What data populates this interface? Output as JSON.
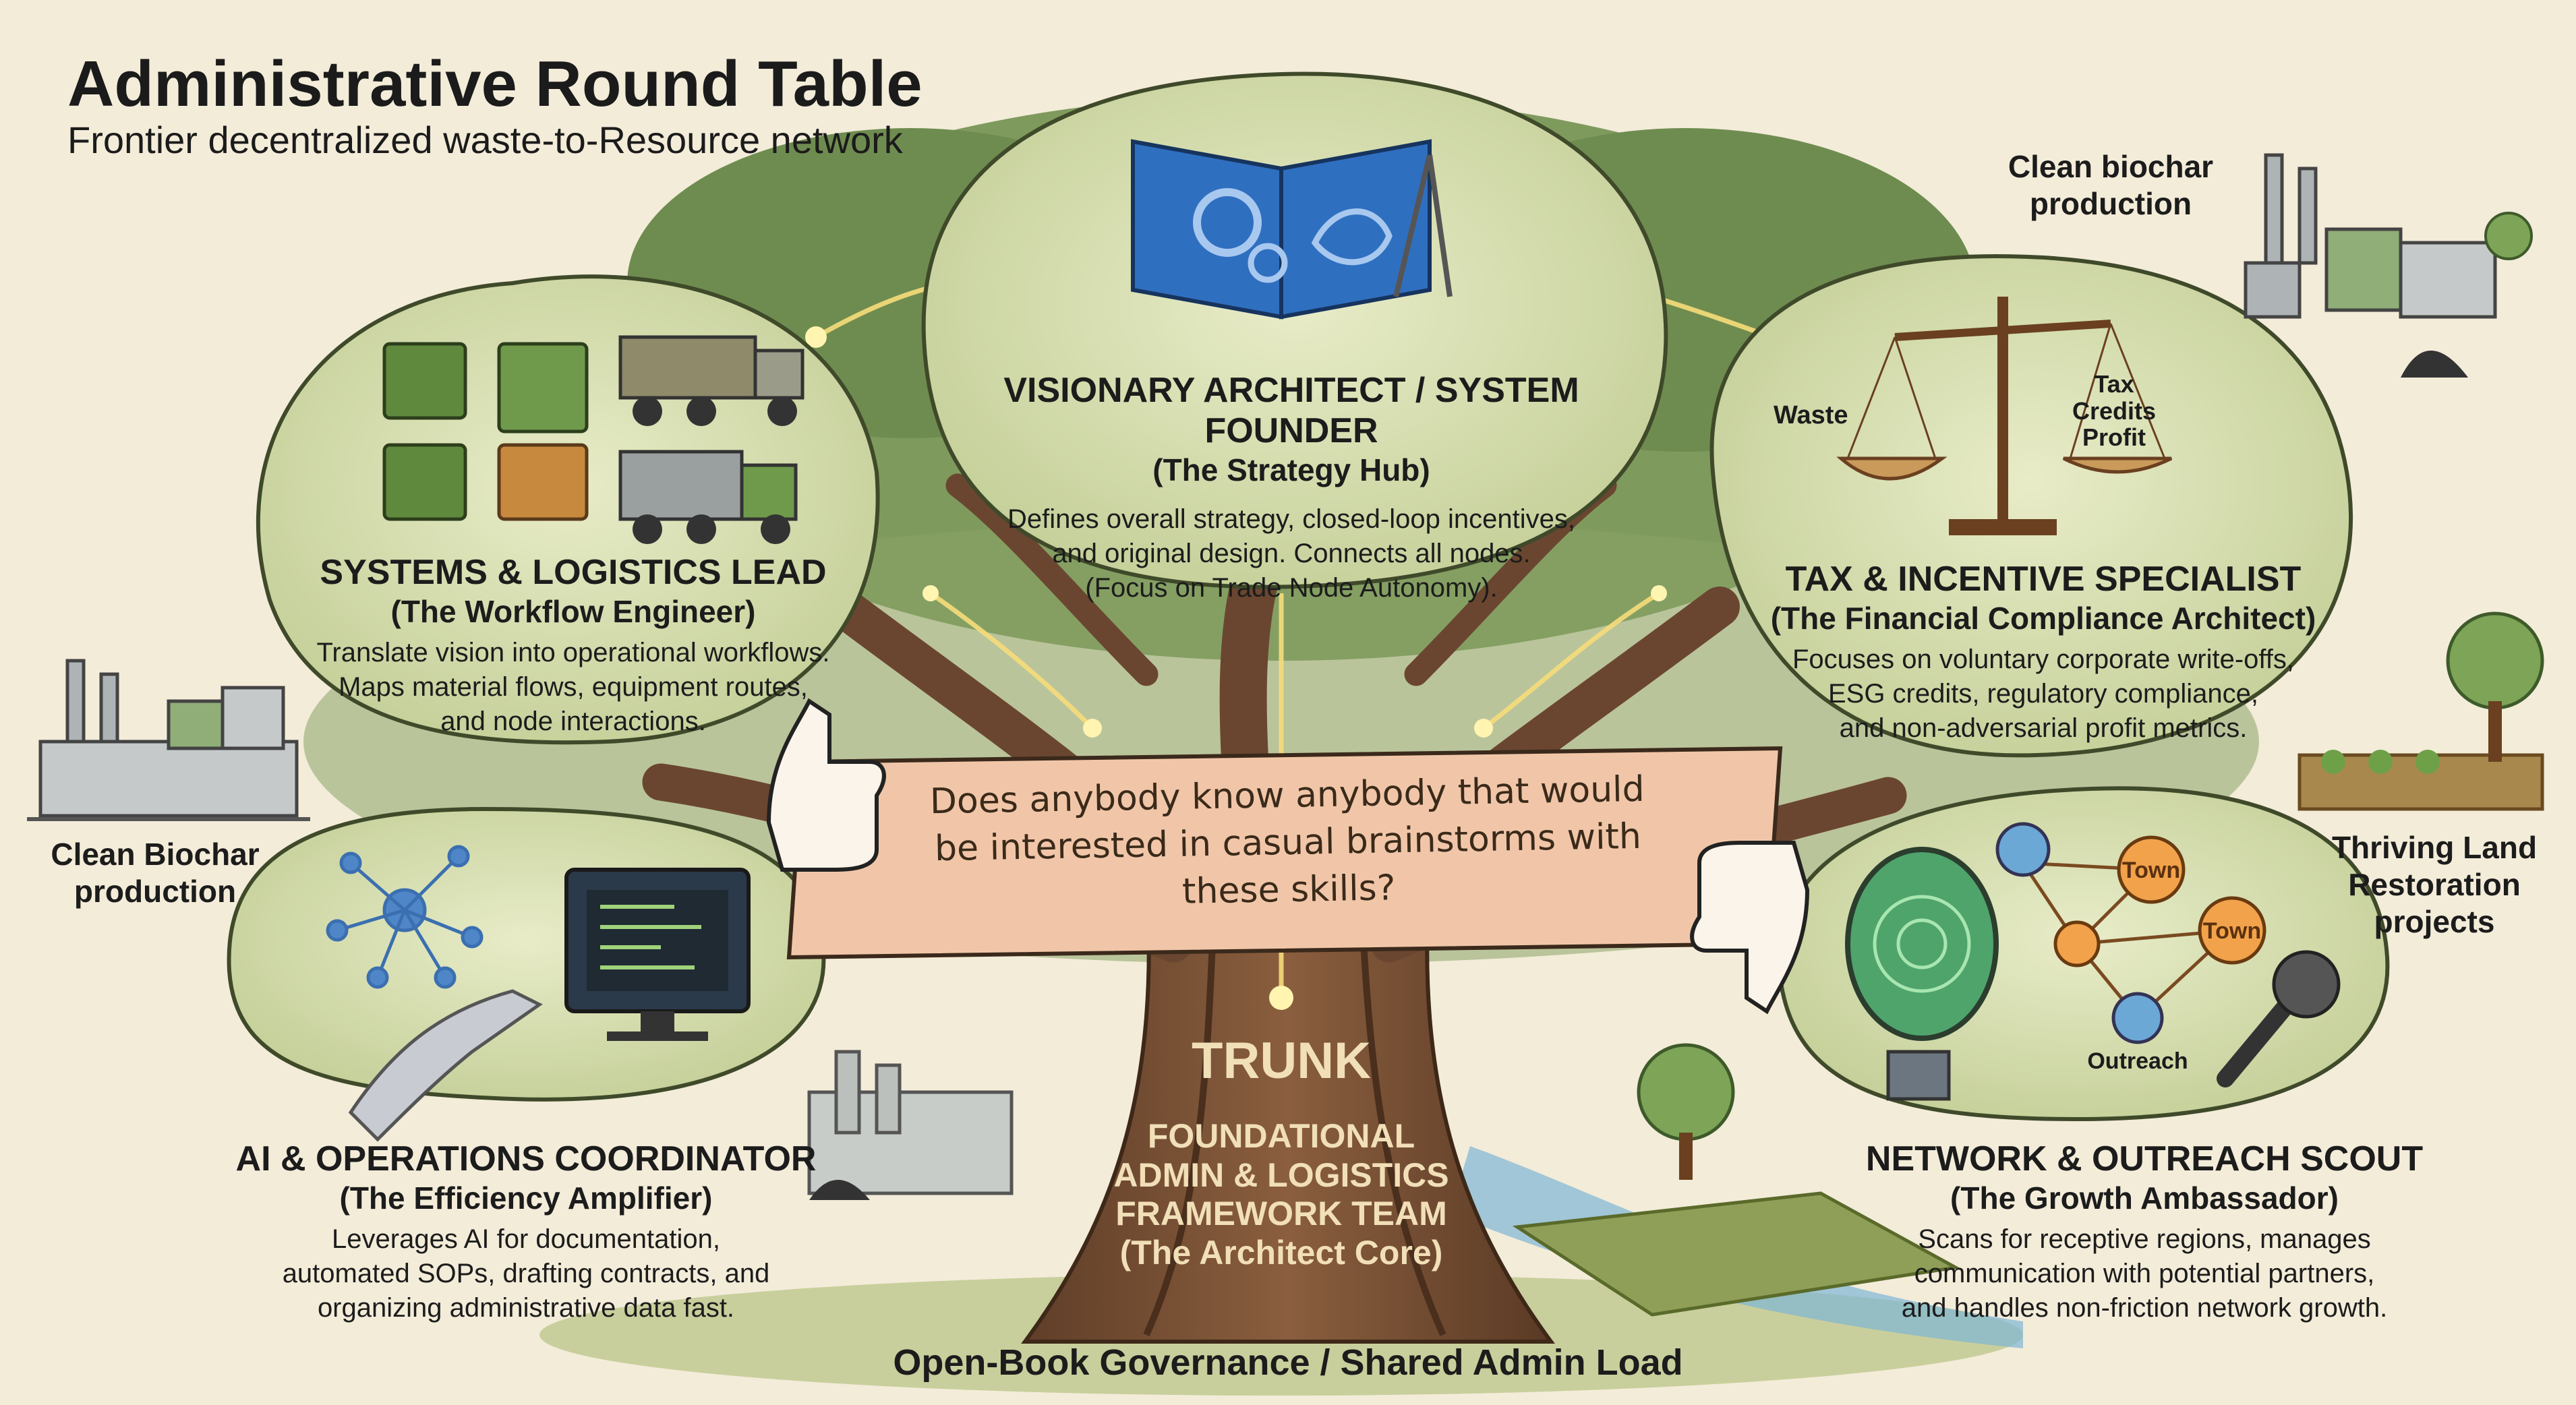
{
  "header": {
    "title": "Administrative Round Table",
    "subtitle": "Frontier decentralized waste-to-Resource network"
  },
  "center": {
    "role": "VISIONARY ARCHITECT / SYSTEM FOUNDER",
    "alias": "(The Strategy Hub)",
    "desc_1": "Defines overall strategy, closed-loop incentives,",
    "desc_2": "and original design. Connects all nodes.",
    "desc_3": "(Focus on Trade Node Autonomy)."
  },
  "logistics": {
    "role": "SYSTEMS & LOGISTICS LEAD",
    "alias": "(The Workflow Engineer)",
    "desc_1": "Translate vision into operational workflows.",
    "desc_2": "Maps material flows, equipment routes,",
    "desc_3": "and node interactions."
  },
  "tax": {
    "role": "TAX & INCENTIVE SPECIALIST",
    "alias": "(The Financial Compliance Architect)",
    "desc_1": "Focuses on voluntary corporate write-offs,",
    "desc_2": "ESG credits, regulatory compliance,",
    "desc_3": "and non-adversarial profit metrics.",
    "scale_left": "Waste",
    "scale_right_1": "Tax",
    "scale_right_2": "Credits",
    "scale_right_3": "Profit"
  },
  "ai": {
    "role": "AI & OPERATIONS COORDINATOR",
    "alias": "(The Efficiency Amplifier)",
    "desc_1": "Leverages AI for documentation,",
    "desc_2": "automated SOPs, drafting contracts, and",
    "desc_3": "organizing administrative data fast."
  },
  "network": {
    "role": "NETWORK & OUTREACH SCOUT",
    "alias": "(The Growth Ambassador)",
    "desc_1": "Scans for receptive regions, manages",
    "desc_2": "communication with potential partners,",
    "desc_3": "and handles non-friction network growth.",
    "node_town_1": "Town",
    "node_town_2": "Town",
    "node_outreach": "Outreach"
  },
  "side_labels": {
    "top_right_1": "Clean biochar",
    "top_right_2": "production",
    "left_1": "Clean Biochar",
    "left_2": "production",
    "right_1": "Thriving Land",
    "right_2": "Restoration",
    "right_3": "projects"
  },
  "banner": {
    "line_1": "Does anybody know anybody that would",
    "line_2": "be interested in casual brainstorms with",
    "line_3": "these skills?"
  },
  "trunk": {
    "title": "TRUNK",
    "line_1": "FOUNDATIONAL",
    "line_2": "ADMIN & LOGISTICS",
    "line_3": "FRAMEWORK TEAM",
    "line_4": "(The Architect Core)"
  },
  "footer": "Open-Book Governance / Shared Admin Load",
  "colors": {
    "background": "#f3ecd9",
    "canopy": "#cfd8ad",
    "canopy_dark": "#7d9a5a",
    "bark": "#7a5236",
    "banner": "#f1c6a8",
    "blueprint": "#2f6fc0"
  }
}
